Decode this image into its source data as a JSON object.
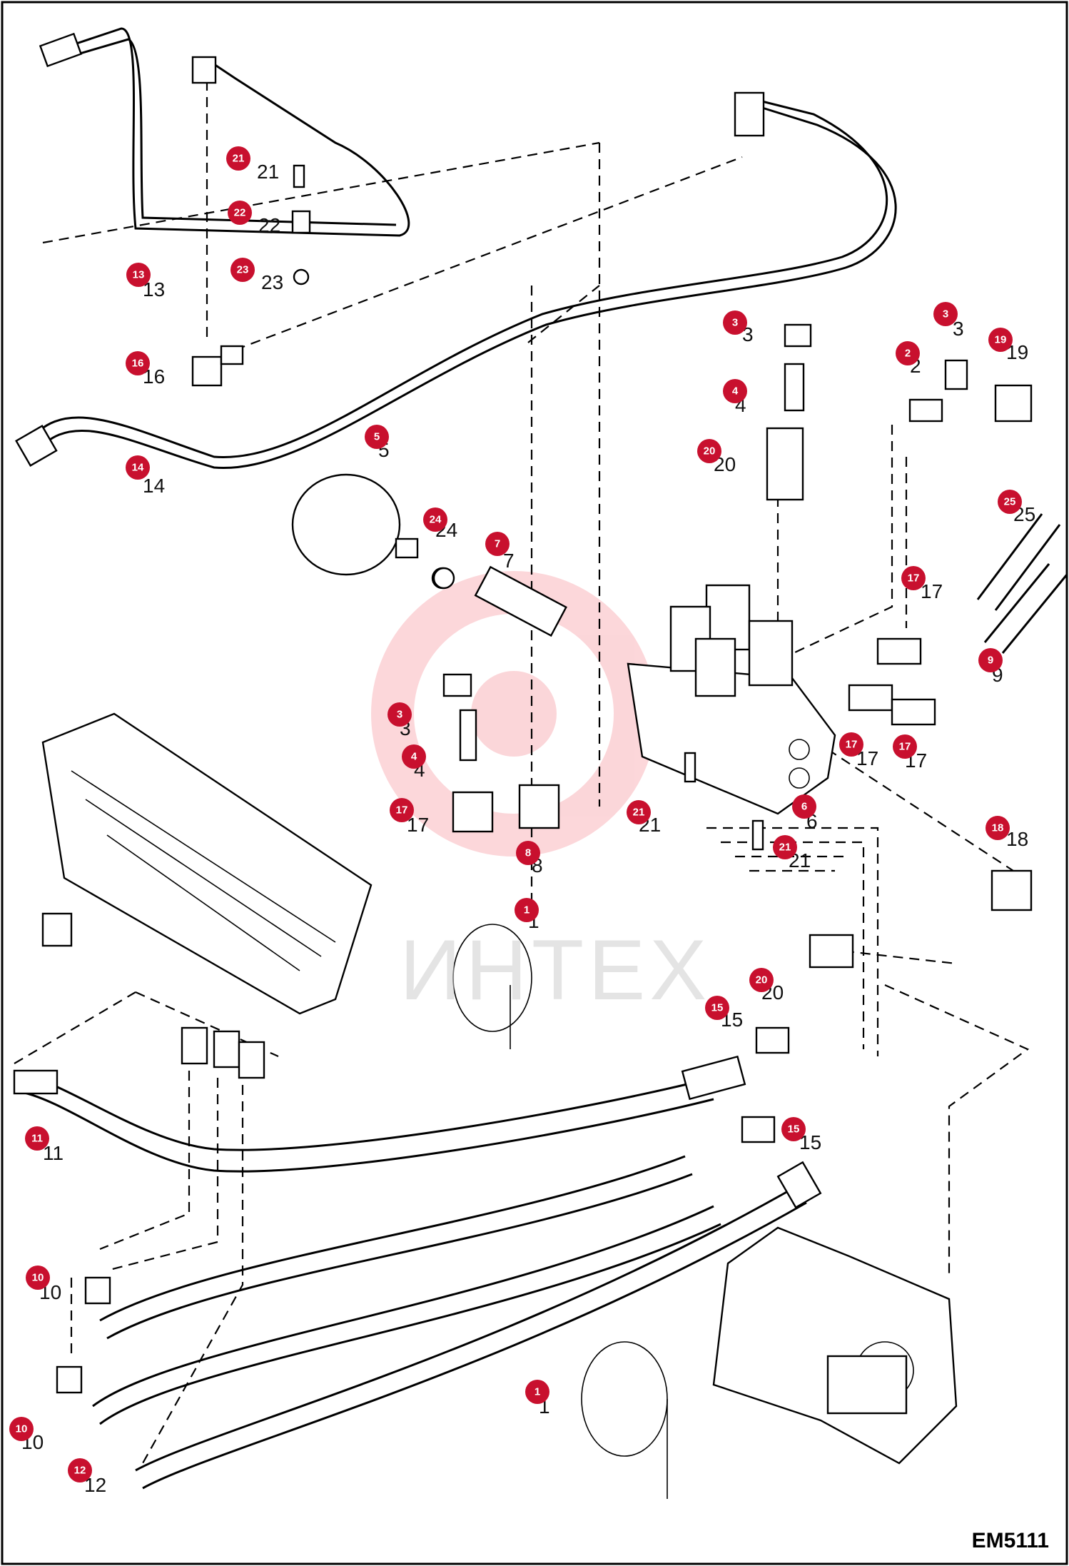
{
  "diagram": {
    "code": "EM5111",
    "watermark": "ИНТЕХ",
    "callouts": [
      {
        "id": "c21a",
        "badge": "21",
        "label": "21"
      },
      {
        "id": "c22",
        "badge": "22",
        "label": "22"
      },
      {
        "id": "c23",
        "badge": "23",
        "label": "23"
      },
      {
        "id": "c13",
        "badge": "13",
        "label": "13"
      },
      {
        "id": "c16",
        "badge": "16",
        "label": "16"
      },
      {
        "id": "c14",
        "badge": "14",
        "label": "14"
      },
      {
        "id": "c5",
        "badge": "5",
        "label": "5"
      },
      {
        "id": "c24",
        "badge": "24",
        "label": "24"
      },
      {
        "id": "c7",
        "badge": "7",
        "label": "7"
      },
      {
        "id": "c3a",
        "badge": "3",
        "label": "3"
      },
      {
        "id": "c4a",
        "badge": "4",
        "label": "4"
      },
      {
        "id": "c20a",
        "badge": "20",
        "label": "20"
      },
      {
        "id": "c2",
        "badge": "2",
        "label": "2"
      },
      {
        "id": "c3b",
        "badge": "3",
        "label": "3"
      },
      {
        "id": "c19",
        "badge": "19",
        "label": "19"
      },
      {
        "id": "c25",
        "badge": "25",
        "label": "25"
      },
      {
        "id": "c17a",
        "badge": "17",
        "label": "17"
      },
      {
        "id": "c9",
        "badge": "9",
        "label": "9"
      },
      {
        "id": "c17b",
        "badge": "17",
        "label": "17"
      },
      {
        "id": "c17c",
        "badge": "17",
        "label": "17"
      },
      {
        "id": "c3c",
        "badge": "3",
        "label": "3"
      },
      {
        "id": "c4b",
        "badge": "4",
        "label": "4"
      },
      {
        "id": "c17d",
        "badge": "17",
        "label": "17"
      },
      {
        "id": "c8",
        "badge": "8",
        "label": "8"
      },
      {
        "id": "c21b",
        "badge": "21",
        "label": "21"
      },
      {
        "id": "c6",
        "badge": "6",
        "label": "6"
      },
      {
        "id": "c21c",
        "badge": "21",
        "label": "21"
      },
      {
        "id": "c18",
        "badge": "18",
        "label": "18"
      },
      {
        "id": "c1a",
        "badge": "1",
        "label": "1"
      },
      {
        "id": "c20b",
        "badge": "20",
        "label": "20"
      },
      {
        "id": "c15a",
        "badge": "15",
        "label": "15"
      },
      {
        "id": "c15b",
        "badge": "15",
        "label": "15"
      },
      {
        "id": "c11",
        "badge": "11",
        "label": "11"
      },
      {
        "id": "c10a",
        "badge": "10",
        "label": "10"
      },
      {
        "id": "c10b",
        "badge": "10",
        "label": "10"
      },
      {
        "id": "c12",
        "badge": "12",
        "label": "12"
      },
      {
        "id": "c1b",
        "badge": "1",
        "label": "1"
      }
    ],
    "badge_color": "#c8102e"
  }
}
